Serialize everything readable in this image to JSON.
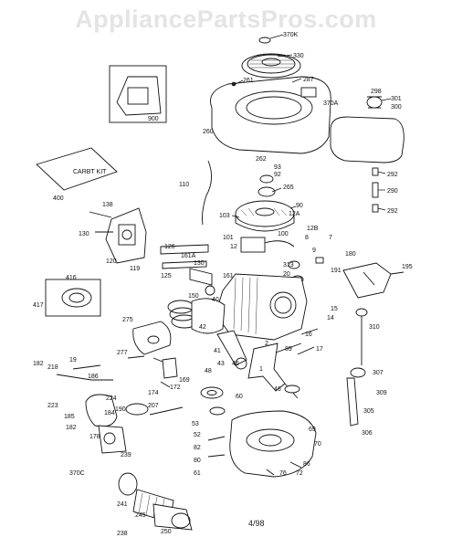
{
  "watermark": "AppliancePartsPros.com",
  "footer": "4/98",
  "bag_label": "CARBT KIT",
  "part_numbers": {
    "p370k": "370K",
    "p330": "330",
    "p287": "287",
    "p370a": "370A",
    "p261": "261",
    "p900": "900",
    "p298": "298",
    "p301": "301",
    "p300": "300",
    "p260": "260",
    "p262": "262",
    "p93": "93",
    "p92": "92",
    "p292a": "292",
    "p290": "290",
    "p292b": "292",
    "p400": "400",
    "p110": "110",
    "p265": "265",
    "p90": "90",
    "p138": "138",
    "p130": "130",
    "p120": "120",
    "p119": "119",
    "p103": "103",
    "p12a": "12A",
    "p12b": "12B",
    "p7": "7",
    "p101": "101",
    "p12": "12",
    "p100": "100",
    "p8": "8",
    "p9": "9",
    "p126": "126",
    "p161a": "161A",
    "p130b": "130",
    "p313": "313",
    "p20": "20",
    "p180": "180",
    "p195": "195",
    "p191": "191",
    "p416": "416",
    "p417": "417",
    "p125": "125",
    "p161": "161",
    "p150": "150",
    "p40": "40",
    "p15": "15",
    "p14": "14",
    "p275": "275",
    "p42": "42",
    "p310": "310",
    "p16": "16",
    "p17": "17",
    "p277": "277",
    "p41": "41",
    "p2": "2",
    "p89": "89",
    "p182": "182",
    "p218": "218",
    "p19": "19",
    "p186": "186",
    "p48": "48",
    "p43": "43",
    "p45": "45",
    "p1": "1",
    "p169": "169",
    "p172": "172",
    "p174": "174",
    "p307": "307",
    "p60": "60",
    "p46": "46",
    "p309": "309",
    "p224": "224",
    "p223": "223",
    "p207": "207",
    "p184": "184",
    "p190": "190",
    "p185": "185",
    "p182b": "182",
    "p305": "305",
    "p53": "53",
    "p52": "52",
    "p306": "306",
    "p69": "69",
    "p178": "178",
    "p239": "239",
    "p70": "70",
    "p82": "82",
    "p370c": "370C",
    "p80": "80",
    "p61": "61",
    "p86": "86",
    "p76": "76",
    "p72": "72",
    "p241": "241",
    "p245": "245",
    "p250": "250",
    "p238": "238"
  }
}
